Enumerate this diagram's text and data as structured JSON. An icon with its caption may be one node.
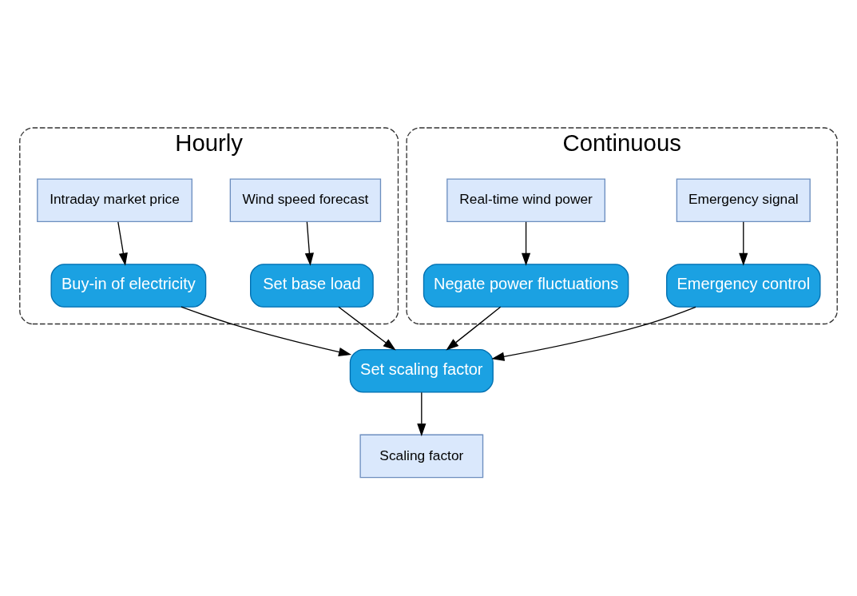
{
  "diagram": {
    "nodes": [
      {
        "text": [
          "Hourly"
        ]
      },
      {
        "text": [
          "Wind speed forecast"
        ],
        "in": 0
      },
      {
        "text": [
          "Intraday market price"
        ],
        "in": 0
      },
      {
        "text": [
          "Set base load"
        ],
        "in": 0
      },
      {
        "text": [
          "Buy-in of electricity"
        ],
        "in": 0
      },
      {
        "text": [
          "Continuous"
        ]
      },
      {
        "text": [
          "Emergency signal"
        ],
        "in": 5
      },
      {
        "text": [
          "Real-time wind power"
        ],
        "in": 5
      },
      {
        "text": [
          "Emergency control"
        ],
        "in": 5
      },
      {
        "text": [
          "Negate power fluctuations"
        ],
        "in": 5
      },
      {
        "text": [
          "Set scaling factor"
        ]
      },
      {
        "text": [
          "Scaling factor"
        ]
      }
    ],
    "edges": [
      {
        "from": 1,
        "to": 3,
        "arrow": "to"
      },
      {
        "from": 2,
        "to": 4,
        "arrow": "to"
      },
      {
        "from": 6,
        "to": 8,
        "arrow": "to"
      },
      {
        "from": 7,
        "to": 9,
        "arrow": "to"
      },
      {
        "from": 3,
        "to": 10,
        "arrow": "to"
      },
      {
        "from": 4,
        "to": 10,
        "arrow": "to"
      },
      {
        "from": 8,
        "to": 10,
        "arrow": "to"
      },
      {
        "from": 9,
        "to": 10,
        "arrow": "to"
      },
      {
        "from": 10,
        "to": 11,
        "arrow": "to"
      }
    ]
  }
}
